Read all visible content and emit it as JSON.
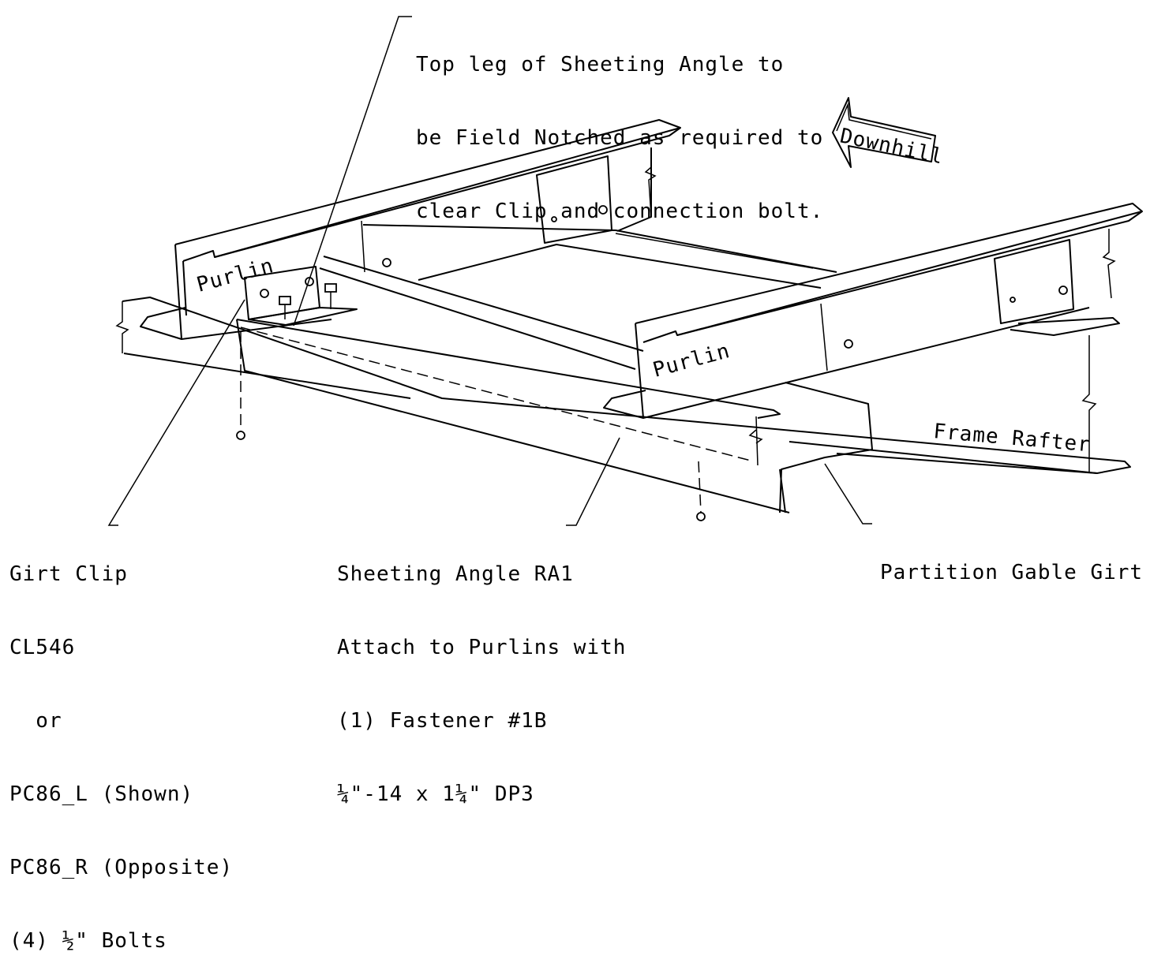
{
  "notes": {
    "top_leg": [
      "Top leg of Sheeting Angle to",
      "be Field Notched as required to",
      "clear Clip and connection bolt."
    ],
    "girt_clip": [
      "Girt Clip",
      "CL546",
      "  or",
      "PC86_L (Shown)",
      "PC86_R (Opposite)",
      "(4) ½\" Bolts"
    ],
    "sheeting_angle": [
      "Sheeting Angle RA1",
      "Attach to Purlins with",
      "(1) Fastener #1B",
      "¼\"-14 x 1¼\" DP3"
    ],
    "partition_girt": "Partition Gable Girt"
  },
  "labels": {
    "purlin_left": "Purlin",
    "purlin_right": "Purlin",
    "frame_rafter": "Frame Rafter",
    "downhill": "Downhill"
  }
}
